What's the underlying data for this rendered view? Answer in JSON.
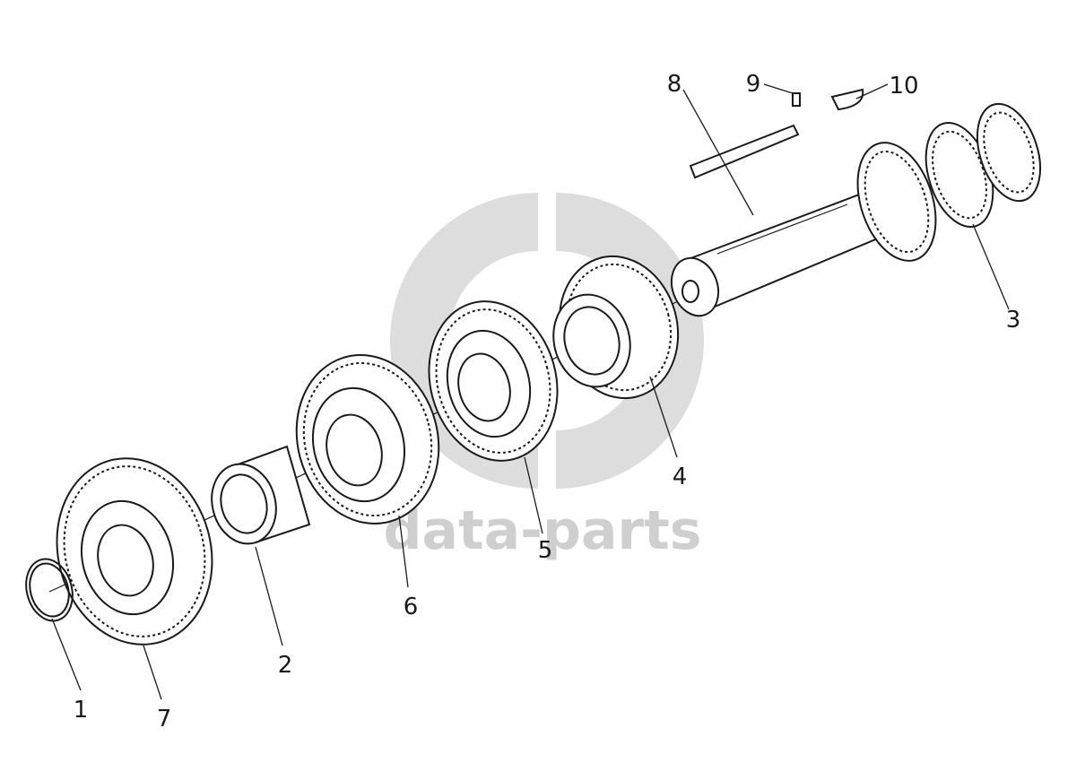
{
  "watermark": {
    "text": "data-parts"
  },
  "callouts": [
    {
      "id": "1",
      "label": "1"
    },
    {
      "id": "2",
      "label": "2"
    },
    {
      "id": "3",
      "label": "3"
    },
    {
      "id": "4",
      "label": "4"
    },
    {
      "id": "5",
      "label": "5"
    },
    {
      "id": "6",
      "label": "6"
    },
    {
      "id": "7",
      "label": "7"
    },
    {
      "id": "8",
      "label": "8"
    },
    {
      "id": "9",
      "label": "9"
    },
    {
      "id": "10",
      "label": "10"
    }
  ]
}
